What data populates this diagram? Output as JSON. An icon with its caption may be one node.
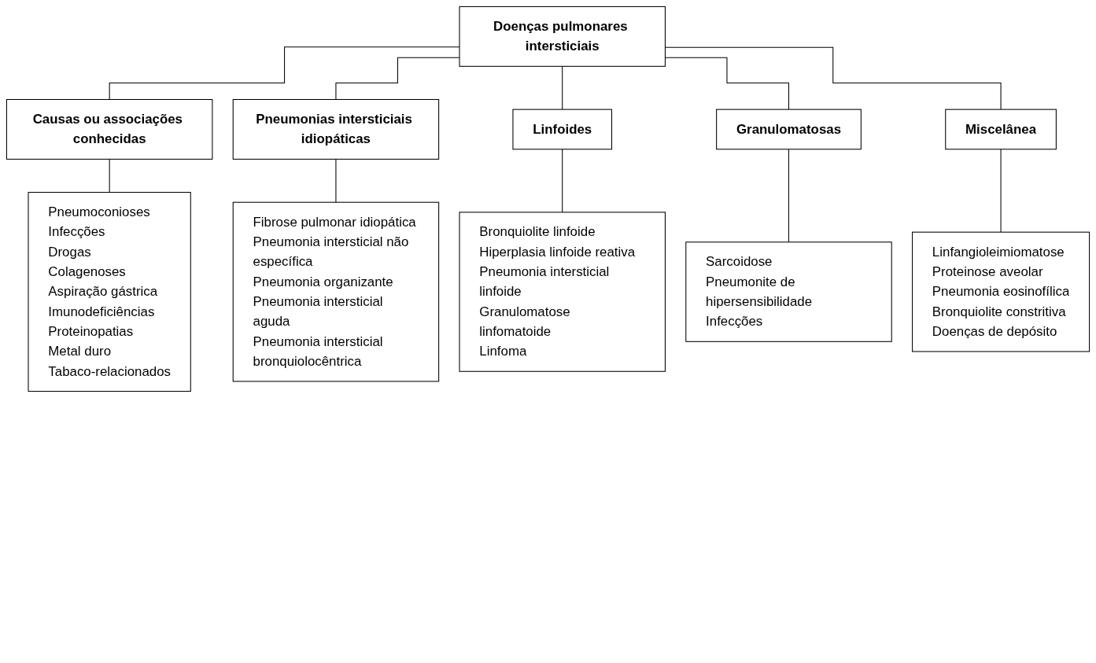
{
  "diagram": {
    "nodes": [
      {
        "text": [
          "Doenças pulmonares intersticiais"
        ]
      },
      {
        "text": [
          "Causas ou associações conhecidas"
        ]
      },
      {
        "text": [
          "Pneumonias intersticiais idiopáticas"
        ]
      },
      {
        "text": [
          "Linfoides"
        ]
      },
      {
        "text": [
          "Granulomatosas"
        ]
      },
      {
        "text": [
          "Miscelânea"
        ]
      },
      {
        "text": [
          "Pneumoconioses",
          "Infecções",
          "Drogas",
          "Colagenoses",
          "Aspiração gástrica",
          "Imunodeficiências",
          "Proteinopatias",
          "Metal duro",
          "Tabaco-relacionados"
        ]
      },
      {
        "text": [
          "Fibrose pulmonar idiopática",
          "Pneumonia intersticial não específica",
          "Pneumonia organizante",
          "Pneumonia intersticial aguda",
          "Pneumonia intersticial bronquiolocêntrica"
        ]
      },
      {
        "text": [
          "Bronquiolite linfoide",
          "Hiperplasia linfoide reativa",
          "Pneumonia intersticial linfoide",
          "Granulomatose linfomatoide",
          "Linfoma"
        ]
      },
      {
        "text": [
          "Sarcoidose",
          "Pneumonite de hipersensibilidade",
          "Infecções"
        ]
      },
      {
        "text": [
          "Linfangioleimiomatose",
          "Proteinose aveolar",
          "Pneumonia eosinofílica",
          "Bronquiolite constritiva",
          "Doenças de depósito"
        ]
      }
    ],
    "edges": [
      {
        "from": 0,
        "to": 1,
        "arrow": "none"
      },
      {
        "from": 0,
        "to": 2,
        "arrow": "none"
      },
      {
        "from": 0,
        "to": 3,
        "arrow": "none"
      },
      {
        "from": 0,
        "to": 4,
        "arrow": "none"
      },
      {
        "from": 0,
        "to": 5,
        "arrow": "none"
      },
      {
        "from": 1,
        "to": 6,
        "arrow": "none"
      },
      {
        "from": 2,
        "to": 7,
        "arrow": "none"
      },
      {
        "from": 3,
        "to": 8,
        "arrow": "none"
      },
      {
        "from": 4,
        "to": 9,
        "arrow": "none"
      },
      {
        "from": 5,
        "to": 10,
        "arrow": "none"
      }
    ]
  }
}
